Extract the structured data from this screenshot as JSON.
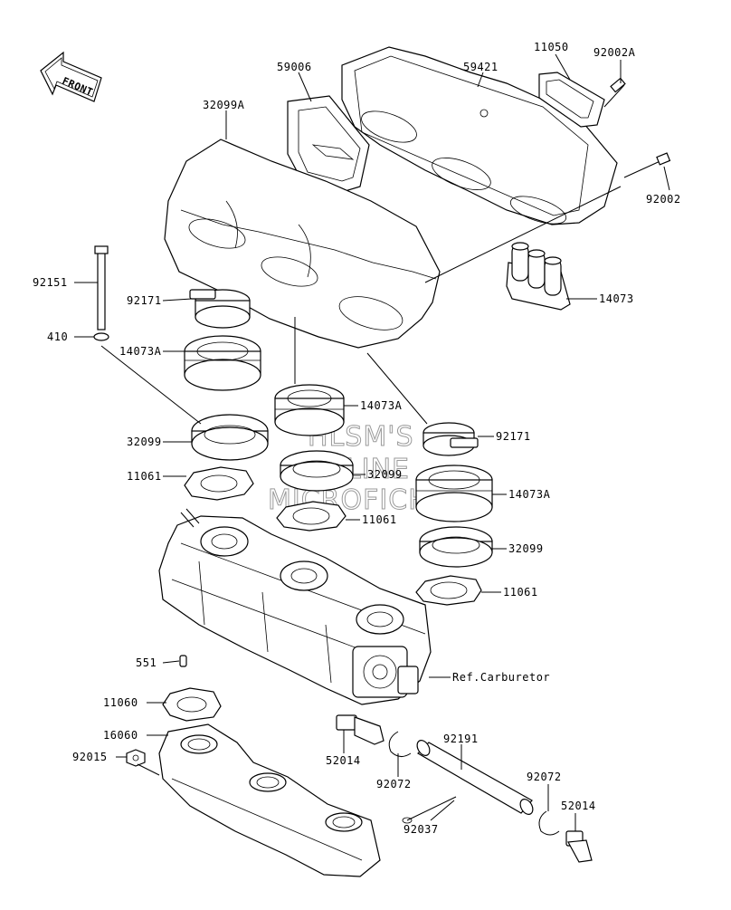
{
  "orientation": {
    "front_label": "FRONT"
  },
  "watermark": {
    "line1": "HLSM'S",
    "line2": "ONLINE",
    "line3": "MICROFICHE"
  },
  "callouts": [
    {
      "id": "c-59006",
      "text": "59006"
    },
    {
      "id": "c-59421",
      "text": "59421"
    },
    {
      "id": "c-11050",
      "text": "11050"
    },
    {
      "id": "c-92002A",
      "text": "92002A"
    },
    {
      "id": "c-32099A",
      "text": "32099A"
    },
    {
      "id": "c-92002",
      "text": "92002"
    },
    {
      "id": "c-92151",
      "text": "92151"
    },
    {
      "id": "c-92171a",
      "text": "92171"
    },
    {
      "id": "c-14073",
      "text": "14073"
    },
    {
      "id": "c-410",
      "text": "410"
    },
    {
      "id": "c-14073Aa",
      "text": "14073A"
    },
    {
      "id": "c-14073Ab",
      "text": "14073A"
    },
    {
      "id": "c-32099a",
      "text": "32099"
    },
    {
      "id": "c-92171b",
      "text": "92171"
    },
    {
      "id": "c-11061a",
      "text": "11061"
    },
    {
      "id": "c-32099b",
      "text": "32099"
    },
    {
      "id": "c-14073Ac",
      "text": "14073A"
    },
    {
      "id": "c-11061b",
      "text": "11061"
    },
    {
      "id": "c-32099c",
      "text": "32099"
    },
    {
      "id": "c-11061c",
      "text": "11061"
    },
    {
      "id": "c-551",
      "text": "551"
    },
    {
      "id": "c-ref",
      "text": "Ref.Carburetor"
    },
    {
      "id": "c-11060",
      "text": "11060"
    },
    {
      "id": "c-16060",
      "text": "16060"
    },
    {
      "id": "c-92191",
      "text": "92191"
    },
    {
      "id": "c-92015",
      "text": "92015"
    },
    {
      "id": "c-52014a",
      "text": "52014"
    },
    {
      "id": "c-92072a",
      "text": "92072"
    },
    {
      "id": "c-92072b",
      "text": "92072"
    },
    {
      "id": "c-52014b",
      "text": "52014"
    },
    {
      "id": "c-92037",
      "text": "92037"
    }
  ]
}
